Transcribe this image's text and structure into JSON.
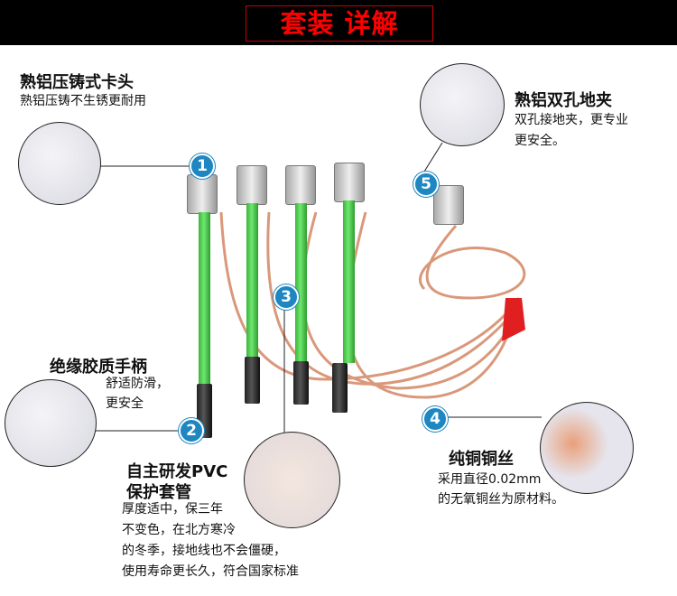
{
  "header": {
    "title": "套装 详解"
  },
  "features": [
    {
      "number": "1",
      "title": "熟铝压铸式卡头",
      "lines": [
        "熟铝压铸不生锈更耐用"
      ]
    },
    {
      "number": "2",
      "title": "绝缘胶质手柄",
      "lines": [
        "舒适防滑，",
        "更安全"
      ]
    },
    {
      "number": "3",
      "title_lines": [
        "自主研发PVC",
        "保护套管"
      ],
      "lines": [
        "厚度适中，保三年",
        "不变色，在北方寒冷",
        "的冬季，接地线也不会僵硬，",
        "使用寿命更长久，符合国家标准"
      ]
    },
    {
      "number": "4",
      "title": "纯铜铜丝",
      "lines": [
        "采用直径0.02mm",
        "的无氧铜丝为原材料。"
      ]
    },
    {
      "number": "5",
      "title": "熟铝双孔地夹",
      "lines": [
        "双孔接地夹，更专业",
        "更安全。"
      ]
    }
  ],
  "colors": {
    "accent": "#1e86c0",
    "title_red": "#ff0000",
    "pole_green": "#4ccc4c",
    "copper": "#d9987a"
  }
}
